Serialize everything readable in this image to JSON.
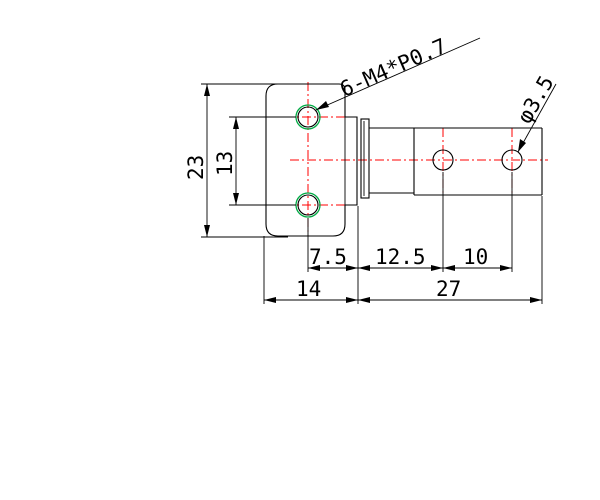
{
  "drawing": {
    "type": "technical-drawing",
    "labels": {
      "thread_callout": "6-M4*P0.7",
      "hole_callout": "φ3.5",
      "height_overall": "23",
      "hole_spacing_vertical": "13",
      "dim_7_5": "7.5",
      "dim_12_5": "12.5",
      "dim_10": "10",
      "dim_14": "14",
      "dim_27": "27"
    },
    "colors": {
      "outline": "#000000",
      "centerline": "#ff0000",
      "thread": "#00aa44"
    }
  }
}
